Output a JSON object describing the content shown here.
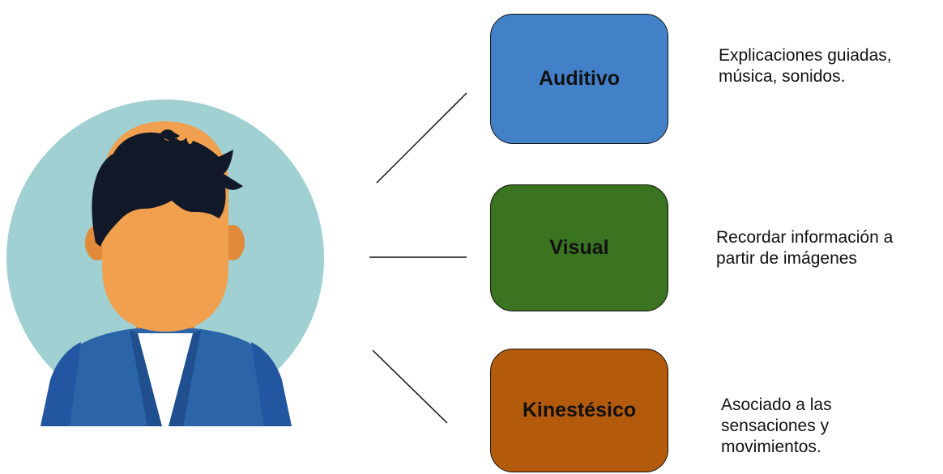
{
  "learning_styles": [
    {
      "name": "Auditivo",
      "color": "#4281C8",
      "description_lines": [
        "Explicaciones guiadas,",
        "música, sonidos."
      ]
    },
    {
      "name": "Visual",
      "color": "#3A7420",
      "description_lines": [
        "Recordar información a",
        "partir de imágenes"
      ]
    },
    {
      "name": "Kinestésico",
      "color": "#B45A0C",
      "description_lines": [
        "Asociado a las",
        "sensaciones y",
        "movimientos."
      ]
    }
  ],
  "avatar": {
    "icon": "person-avatar-icon",
    "background_color": "#A0D0D2",
    "skin_color": "#F0A04E",
    "hair_color": "#111827",
    "jacket_color": "#2C64A8",
    "shirt_color": "#FFFFFF"
  }
}
